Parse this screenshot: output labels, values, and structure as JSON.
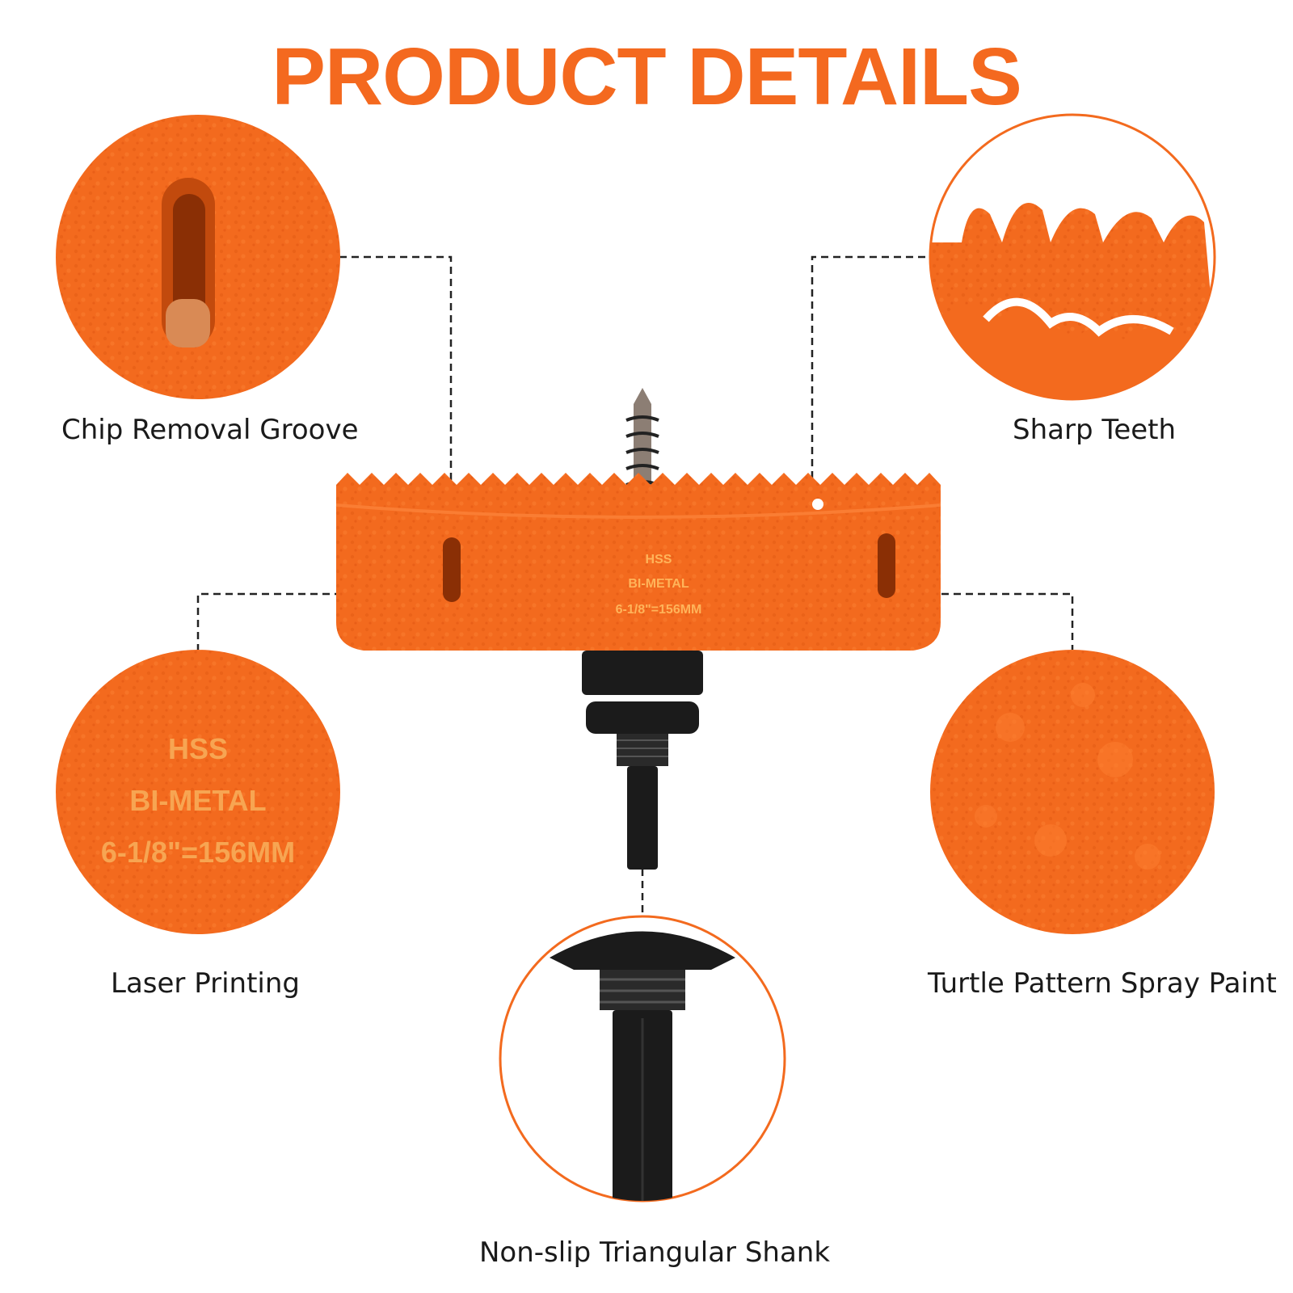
{
  "title": "PRODUCT DETAILS",
  "labels": {
    "chip_removal": "Chip Removal Groove",
    "sharp_teeth": "Sharp Teeth",
    "laser_printing": "Laser Printing",
    "turtle_pattern": "Turtle Pattern Spray Paint",
    "shank": "Non-slip Triangular Shank"
  },
  "imprint": {
    "line1": "HSS",
    "line2": "BI-METAL",
    "line3": "6-1/8\"=156MM"
  },
  "colors": {
    "brand_orange": "#f4691f",
    "imprint": "#f7a552",
    "metal_black": "#1b1b1b"
  },
  "icons": [
    "hole-saw",
    "pilot-drill",
    "arbor-shank"
  ]
}
